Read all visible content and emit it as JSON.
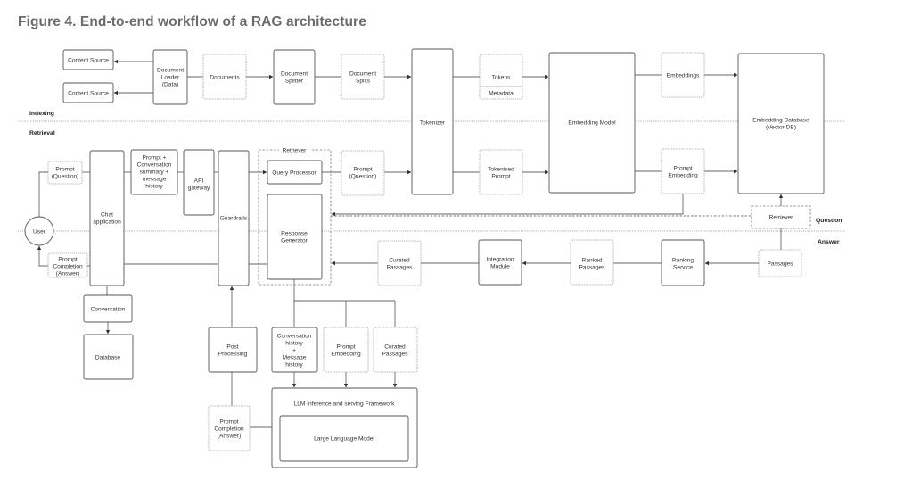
{
  "title": "Figure 4. End-to-end workflow of a RAG architecture",
  "sections": {
    "indexing": "Indexing",
    "retrieval": "Retrieval",
    "question": "Question",
    "answer": "Answer"
  },
  "nodes": {
    "content_source_1": [
      "Content Source"
    ],
    "content_source_2": [
      "Content Source"
    ],
    "document_loader": [
      "Document",
      "Loader",
      "(Data)"
    ],
    "documents": [
      "Documents"
    ],
    "document_splitter": [
      "Document",
      "Splitter"
    ],
    "document_splits": [
      "Document",
      "Splits"
    ],
    "tokenizer": [
      "Tokenizer"
    ],
    "tokens": [
      "Tokens"
    ],
    "metadata": [
      "Metadata"
    ],
    "embedding_model": [
      "Embedding Model"
    ],
    "embeddings": [
      "Embeddings"
    ],
    "embedding_database": [
      "Embedding Database",
      "(Vector DB)"
    ],
    "user": [
      "User"
    ],
    "prompt_question_left": [
      "Prompt",
      "(Question)"
    ],
    "prompt_completion_left": [
      "Prompt",
      "Completion",
      "(Answer)"
    ],
    "chat_application": [
      "Chat",
      "application"
    ],
    "prompt_conversation_summary": [
      "Prompt +",
      "Conversation",
      "summary +",
      "message",
      "history"
    ],
    "api_gateway": [
      "API",
      "gateway"
    ],
    "guardrails": [
      "Guardrails"
    ],
    "retriever_group": [
      "Retriever"
    ],
    "query_processor": [
      "Query Processor"
    ],
    "response_generator": [
      "Response",
      "Generator"
    ],
    "prompt_question_mid": [
      "Prompt",
      "(Question)"
    ],
    "tokenised_prompt": [
      "Tokenised",
      "Prompt"
    ],
    "prompt_embedding_top": [
      "Prompt",
      "Embedding"
    ],
    "retriever_right": [
      "Retriever"
    ],
    "passages": [
      "Passages"
    ],
    "ranking_service": [
      "Ranking",
      "Service"
    ],
    "ranked_passages": [
      "Ranked",
      "Passages"
    ],
    "integration_module": [
      "Integration",
      "Module"
    ],
    "curated_passages_mid": [
      "Curated",
      "Passages"
    ],
    "conversation": [
      "Conversation"
    ],
    "database": [
      "Database"
    ],
    "post_processing": [
      "Post",
      "Processing"
    ],
    "conversation_history": [
      "Conversation",
      "history",
      "+",
      "Message",
      "history"
    ],
    "prompt_embedding_bottom": [
      "Prompt",
      "Embedding"
    ],
    "curated_passages_bottom": [
      "Curated",
      "Passages"
    ],
    "llm_framework": [
      "LLM Inference and serving Framework"
    ],
    "large_language_model": [
      "Large Language Model"
    ],
    "prompt_completion_bottom": [
      "Prompt",
      "Completion",
      "(Answer)"
    ]
  },
  "colors": {
    "title": "#6b6b6b",
    "stroke": "#555555",
    "dashed_stroke": "#888888",
    "text": "#333333"
  }
}
